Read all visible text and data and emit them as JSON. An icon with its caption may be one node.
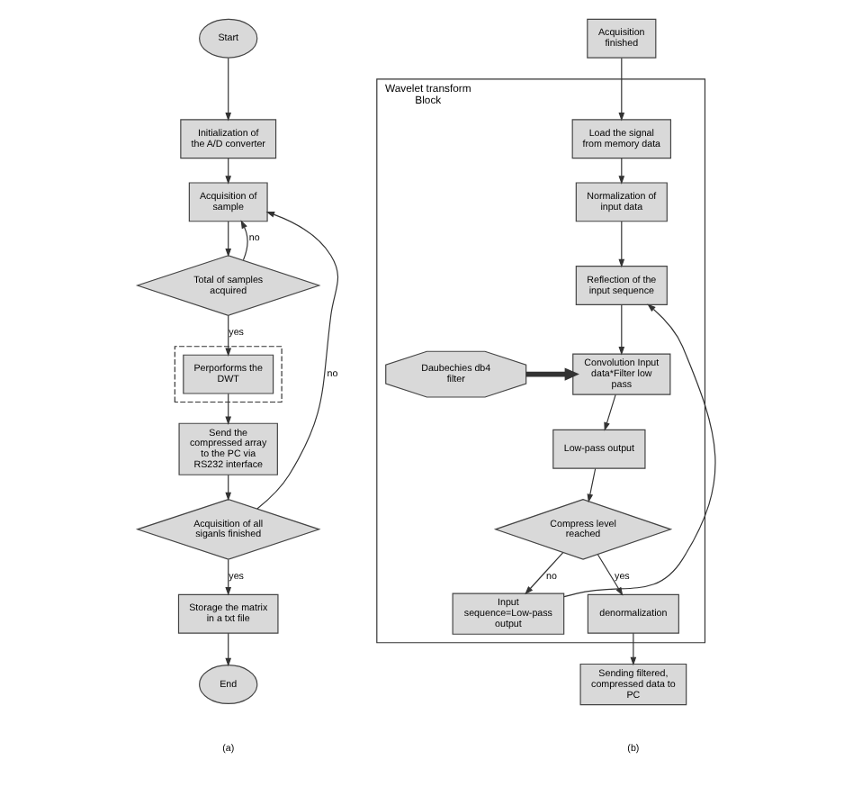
{
  "diagram": {
    "nodes": [
      {
        "text": [
          "Start"
        ]
      },
      {
        "text": [
          "Initialization of the A/D converter"
        ]
      },
      {
        "text": [
          "Acquisition of sample"
        ]
      },
      {
        "text": [
          "Total of samples acquired"
        ]
      },
      {
        "text": [],
        "shape": "box"
      },
      {
        "text": [
          "Perporforms the DWT"
        ],
        "in": 4
      },
      {
        "text": [
          "Send the compressed array to the PC via RS232 interface"
        ]
      },
      {
        "text": [
          "Acquisition of all siganls finished"
        ]
      },
      {
        "text": [
          "Storage the matrix in a txt file"
        ]
      },
      {
        "text": [
          "End"
        ]
      },
      {
        "text": [
          "Acquisition finished"
        ]
      },
      {
        "text": [
          "Wavelet transform Block"
        ]
      },
      {
        "text": [
          "Load the signal from memory data"
        ],
        "in": 11
      },
      {
        "text": [
          "Normalization of input data"
        ],
        "in": 11
      },
      {
        "text": [
          "Reflection of the input sequence"
        ],
        "in": 11
      },
      {
        "text": [
          "Input sequence=Low-pass output"
        ],
        "in": 11
      },
      {
        "text": [
          "Daubechies db4 filter"
        ],
        "in": 11
      },
      {
        "text": [
          "Convolution Input data*Filter low pass"
        ],
        "in": 11
      },
      {
        "text": [
          "Low-pass output"
        ],
        "in": 11
      },
      {
        "text": [
          "Compress level reached"
        ],
        "in": 11
      },
      {
        "text": [
          "denormalization"
        ],
        "in": 11
      },
      {
        "text": [
          "Sending filtered, compressed data to PC"
        ]
      }
    ],
    "edges": [
      {
        "from": 0,
        "to": 1,
        "arrow": "to"
      },
      {
        "from": 1,
        "to": 2,
        "arrow": "to"
      },
      {
        "from": 2,
        "to": 3,
        "arrow": "to"
      },
      {
        "from": 3,
        "to": 2,
        "arrow": "to",
        "label": "no"
      },
      {
        "from": 3,
        "to": 5,
        "arrow": "to",
        "label": "yes"
      },
      {
        "from": 5,
        "to": 6,
        "arrow": "to"
      },
      {
        "from": 6,
        "to": 7,
        "arrow": "to"
      },
      {
        "from": 7,
        "to": 2,
        "arrow": "to",
        "label": "no"
      },
      {
        "from": 7,
        "to": 8,
        "arrow": "to",
        "label": "yes"
      },
      {
        "from": 8,
        "to": 9,
        "arrow": "to"
      },
      {
        "from": 10,
        "to": 12,
        "arrow": "to"
      },
      {
        "from": 12,
        "to": 13,
        "arrow": "to"
      },
      {
        "from": 13,
        "to": 14,
        "arrow": "to"
      },
      {
        "from": 14,
        "to": 17,
        "arrow": "to"
      },
      {
        "from": 16,
        "to": 17,
        "arrow": "to",
        "style": "thick"
      },
      {
        "from": 17,
        "to": 18,
        "arrow": "to"
      },
      {
        "from": 18,
        "to": 19,
        "arrow": "to"
      },
      {
        "from": 19,
        "to": 15,
        "arrow": "to",
        "label": "no"
      },
      {
        "from": 15,
        "to": 14,
        "arrow": "to"
      },
      {
        "from": 19,
        "to": 20,
        "arrow": "to",
        "label": "yes"
      },
      {
        "from": 20,
        "to": 21,
        "arrow": "to"
      }
    ],
    "labels": [
      "(a)",
      "(b)"
    ]
  }
}
